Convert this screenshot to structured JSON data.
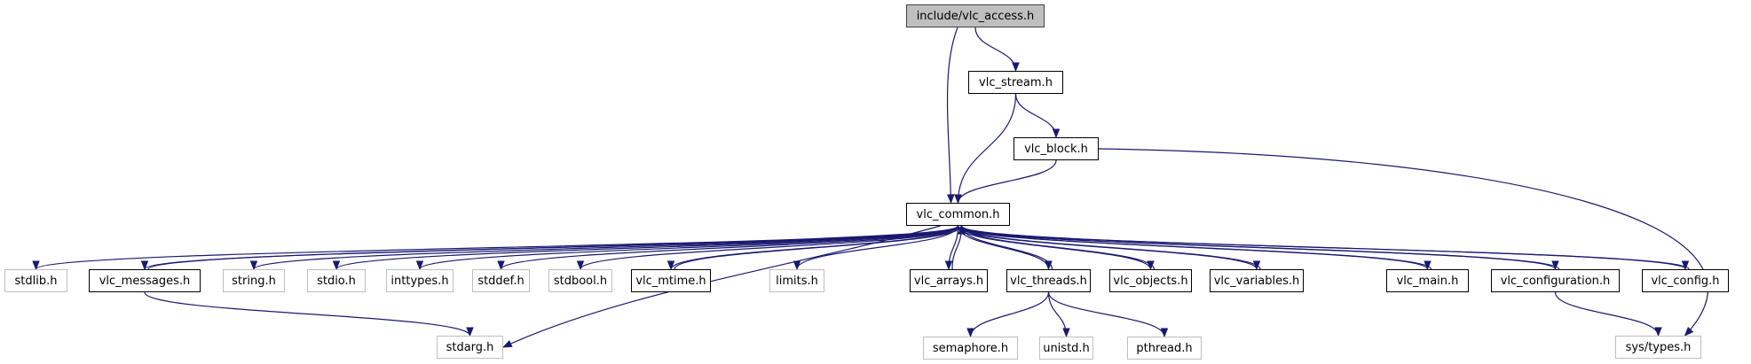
{
  "diagram": {
    "type": "include-dependency-graph",
    "edge_color": "#191970",
    "root_fill": "#bfbfbf",
    "nodes": [
      {
        "id": "root",
        "label": "include/vlc_access.h",
        "kind": "root"
      },
      {
        "id": "vlc_stream",
        "label": "vlc_stream.h",
        "kind": "doc"
      },
      {
        "id": "vlc_block",
        "label": "vlc_block.h",
        "kind": "doc"
      },
      {
        "id": "vlc_common",
        "label": "vlc_common.h",
        "kind": "doc"
      },
      {
        "id": "stdlib",
        "label": "stdlib.h",
        "kind": "sys"
      },
      {
        "id": "vlc_messages",
        "label": "vlc_messages.h",
        "kind": "doc"
      },
      {
        "id": "string",
        "label": "string.h",
        "kind": "sys"
      },
      {
        "id": "stdio",
        "label": "stdio.h",
        "kind": "sys"
      },
      {
        "id": "inttypes",
        "label": "inttypes.h",
        "kind": "sys"
      },
      {
        "id": "stddef",
        "label": "stddef.h",
        "kind": "sys"
      },
      {
        "id": "stdbool",
        "label": "stdbool.h",
        "kind": "sys"
      },
      {
        "id": "vlc_mtime",
        "label": "vlc_mtime.h",
        "kind": "doc"
      },
      {
        "id": "limits",
        "label": "limits.h",
        "kind": "sys"
      },
      {
        "id": "vlc_arrays",
        "label": "vlc_arrays.h",
        "kind": "doc"
      },
      {
        "id": "vlc_threads",
        "label": "vlc_threads.h",
        "kind": "doc"
      },
      {
        "id": "vlc_objects",
        "label": "vlc_objects.h",
        "kind": "doc"
      },
      {
        "id": "vlc_variables",
        "label": "vlc_variables.h",
        "kind": "doc"
      },
      {
        "id": "vlc_main",
        "label": "vlc_main.h",
        "kind": "doc"
      },
      {
        "id": "vlc_configuration",
        "label": "vlc_configuration.h",
        "kind": "doc"
      },
      {
        "id": "vlc_config",
        "label": "vlc_config.h",
        "kind": "doc"
      },
      {
        "id": "stdarg",
        "label": "stdarg.h",
        "kind": "sys"
      },
      {
        "id": "semaphore",
        "label": "semaphore.h",
        "kind": "sys"
      },
      {
        "id": "unistd",
        "label": "unistd.h",
        "kind": "sys"
      },
      {
        "id": "pthread",
        "label": "pthread.h",
        "kind": "sys"
      },
      {
        "id": "sys_types",
        "label": "sys/types.h",
        "kind": "sys"
      }
    ],
    "edges": [
      [
        "root",
        "vlc_stream"
      ],
      [
        "root",
        "vlc_common"
      ],
      [
        "vlc_stream",
        "vlc_common"
      ],
      [
        "vlc_stream",
        "vlc_block"
      ],
      [
        "vlc_block",
        "vlc_common"
      ],
      [
        "vlc_block",
        "sys_types"
      ],
      [
        "vlc_common",
        "stdlib"
      ],
      [
        "vlc_common",
        "vlc_messages"
      ],
      [
        "vlc_messages",
        "vlc_common"
      ],
      [
        "vlc_common",
        "string"
      ],
      [
        "vlc_common",
        "stdio"
      ],
      [
        "vlc_common",
        "inttypes"
      ],
      [
        "vlc_common",
        "stddef"
      ],
      [
        "vlc_common",
        "stdbool"
      ],
      [
        "vlc_common",
        "vlc_mtime"
      ],
      [
        "vlc_mtime",
        "vlc_common"
      ],
      [
        "vlc_common",
        "stdarg"
      ],
      [
        "vlc_common",
        "limits"
      ],
      [
        "vlc_common",
        "vlc_arrays"
      ],
      [
        "vlc_arrays",
        "vlc_common"
      ],
      [
        "vlc_common",
        "vlc_threads"
      ],
      [
        "vlc_threads",
        "vlc_common"
      ],
      [
        "vlc_common",
        "vlc_objects"
      ],
      [
        "vlc_objects",
        "vlc_common"
      ],
      [
        "vlc_common",
        "vlc_variables"
      ],
      [
        "vlc_variables",
        "vlc_common"
      ],
      [
        "vlc_common",
        "vlc_main"
      ],
      [
        "vlc_main",
        "vlc_common"
      ],
      [
        "vlc_common",
        "vlc_configuration"
      ],
      [
        "vlc_configuration",
        "vlc_common"
      ],
      [
        "vlc_common",
        "vlc_config"
      ],
      [
        "vlc_config",
        "vlc_common"
      ],
      [
        "vlc_messages",
        "stdarg"
      ],
      [
        "vlc_threads",
        "semaphore"
      ],
      [
        "vlc_threads",
        "unistd"
      ],
      [
        "vlc_threads",
        "pthread"
      ],
      [
        "vlc_configuration",
        "sys_types"
      ]
    ]
  }
}
